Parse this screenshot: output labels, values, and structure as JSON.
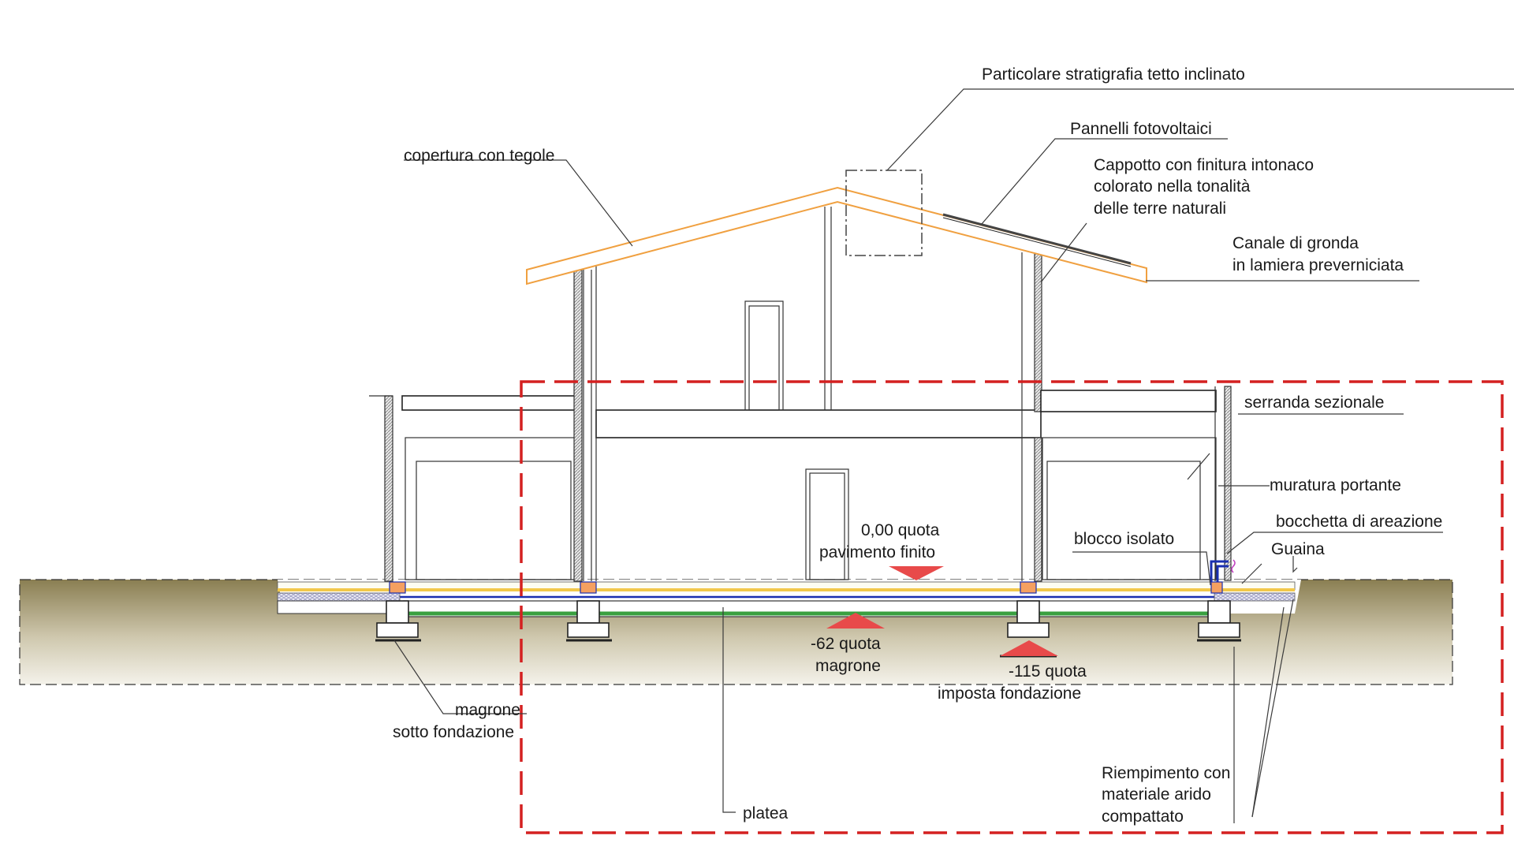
{
  "labels": {
    "roof_detail": "Particolare stratigrafia tetto inclinato",
    "pv_panels": "Pannelli fotovoltaici",
    "tiles": "copertura con tegole",
    "coat_1": "Cappotto con finitura intonaco",
    "coat_2": "colorato nella tonalità",
    "coat_3": "delle terre naturali",
    "gutter_1": "Canale di gronda",
    "gutter_2": "in lamiera preverniciata",
    "door": "serranda sezionale",
    "bearing_wall": "muratura portante",
    "vent": "bocchetta di areazione",
    "membrane": "Guaina",
    "block": "blocco isolato",
    "floor_level_1": "0,00 quota",
    "floor_level_2": "pavimento finito",
    "lean_level_1": "-62 quota",
    "lean_level_2": "magrone",
    "found_level_1": "-115 quota",
    "found_level_2": "imposta fondazione",
    "lean_below_1": "magrone",
    "lean_below_2": "sotto fondazione",
    "slab": "platea",
    "fill_1": "Riempimento con",
    "fill_2": "materiale arido",
    "fill_3": "compattato"
  },
  "colors": {
    "roof": "#f0a040",
    "dashed_frame": "#d42020",
    "ground_dark": "#8a7e52",
    "ground_light": "#f4f2ea",
    "level_marker": "#e84a4a",
    "slab_green": "#3aa040",
    "slab_blue": "#1a2fb0",
    "screed_yellow": "#f2c84a"
  }
}
